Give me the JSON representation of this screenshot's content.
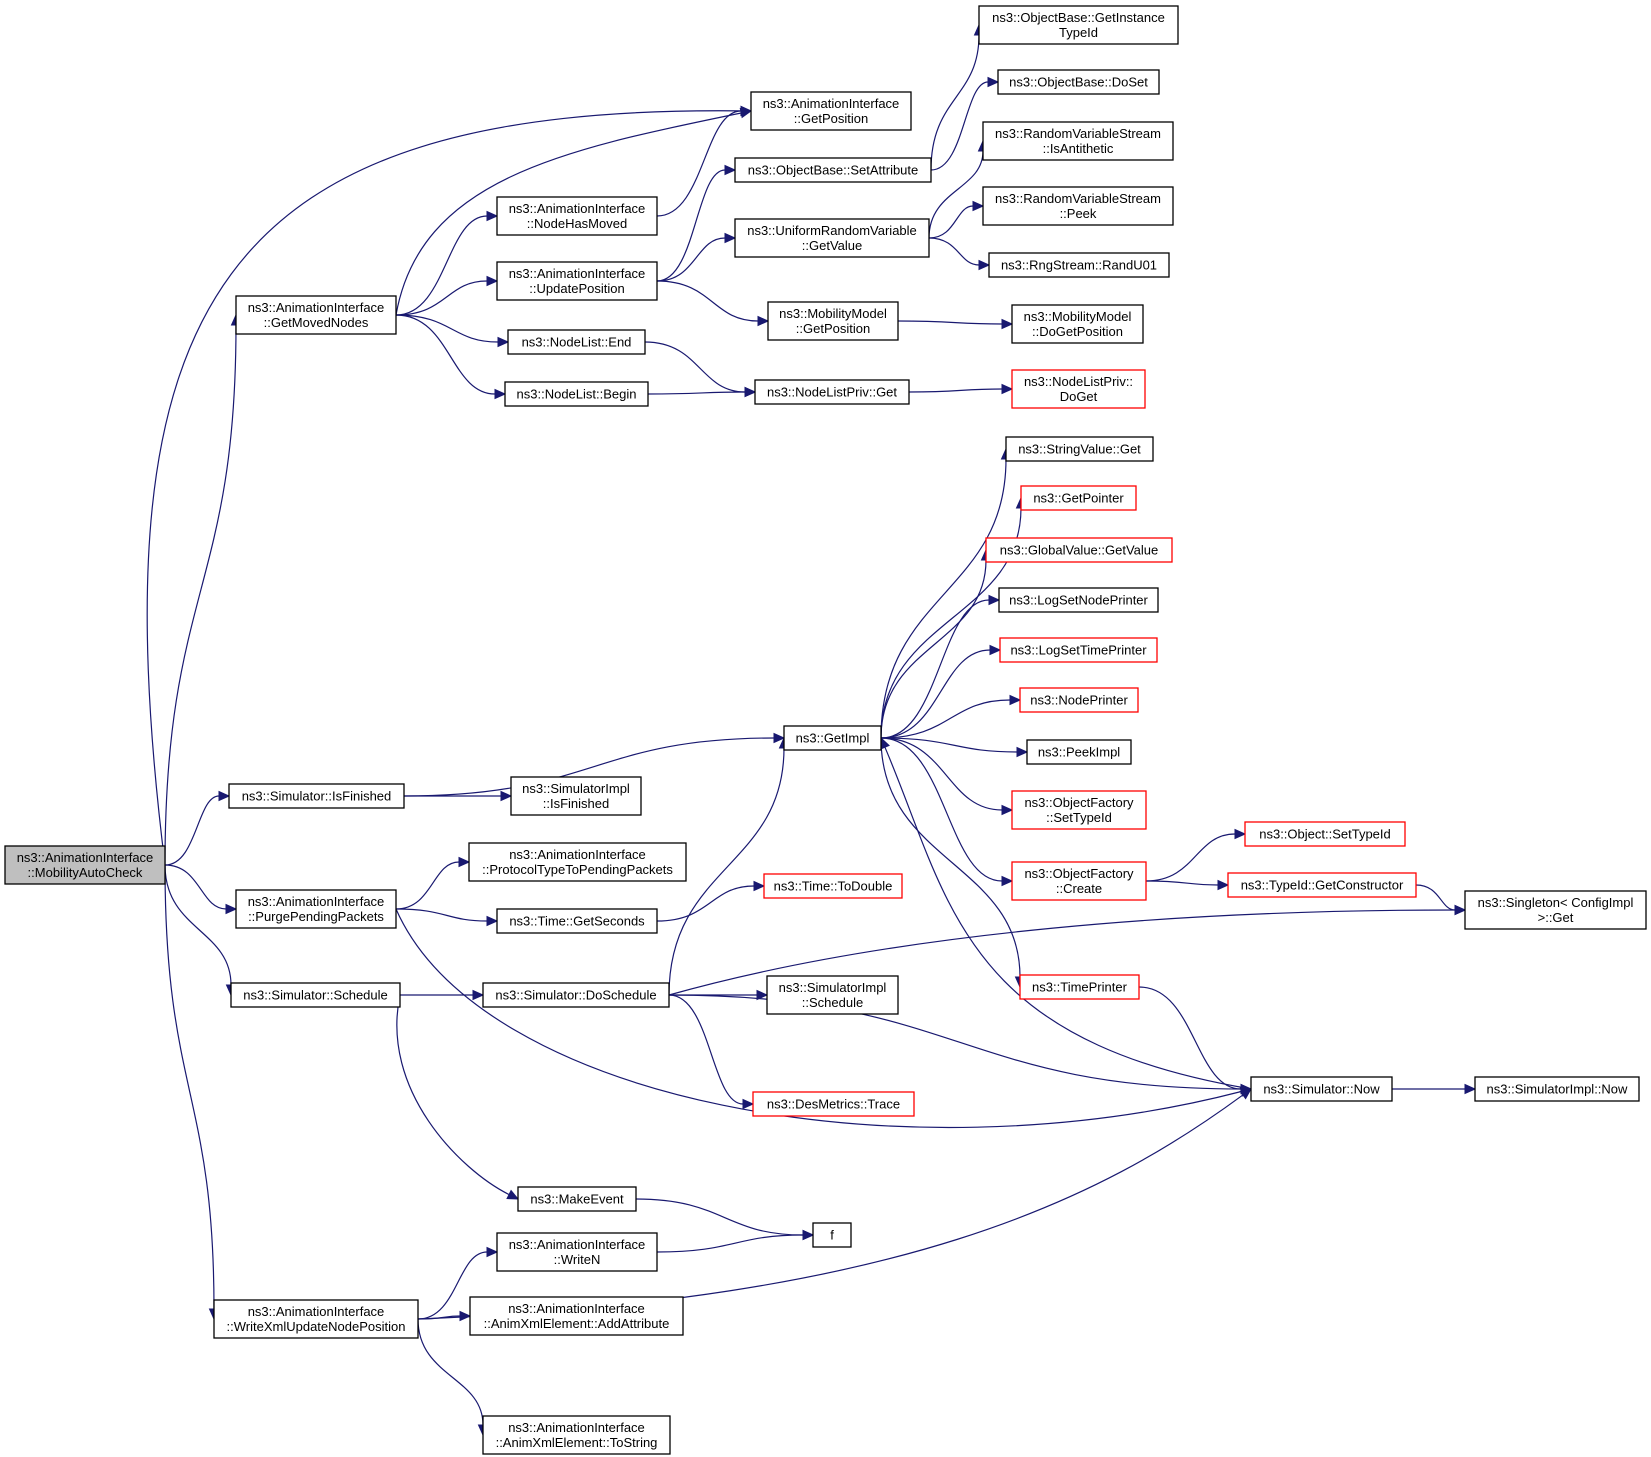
{
  "colors": {
    "edge": "#191970",
    "node_border": "#000000",
    "node_border_incomplete": "#ff0000",
    "root_fill": "#bfbfbf",
    "node_fill": "#ffffff",
    "background": "#ffffff"
  },
  "nodes": [
    {
      "id": "root",
      "label": [
        "ns3::AnimationInterface",
        "::MobilityAutoCheck"
      ],
      "style": "root"
    },
    {
      "id": "getMovedNodes",
      "label": [
        "ns3::AnimationInterface",
        "::GetMovedNodes"
      ],
      "style": "normal"
    },
    {
      "id": "aiGetPosition",
      "label": [
        "ns3::AnimationInterface",
        "::GetPosition"
      ],
      "style": "normal"
    },
    {
      "id": "nodeHasMoved",
      "label": [
        "ns3::AnimationInterface",
        "::NodeHasMoved"
      ],
      "style": "normal"
    },
    {
      "id": "updatePosition",
      "label": [
        "ns3::AnimationInterface",
        "::UpdatePosition"
      ],
      "style": "normal"
    },
    {
      "id": "nodeListEnd",
      "label": [
        "ns3::NodeList::End"
      ],
      "style": "normal"
    },
    {
      "id": "nodeListBegin",
      "label": [
        "ns3::NodeList::Begin"
      ],
      "style": "normal"
    },
    {
      "id": "objSetAttribute",
      "label": [
        "ns3::ObjectBase::SetAttribute"
      ],
      "style": "normal"
    },
    {
      "id": "uniformGetValue",
      "label": [
        "ns3::UniformRandomVariable",
        "::GetValue"
      ],
      "style": "normal"
    },
    {
      "id": "mobilityGetPosition",
      "label": [
        "ns3::MobilityModel",
        "::GetPosition"
      ],
      "style": "normal"
    },
    {
      "id": "nodeListPrivGet",
      "label": [
        "ns3::NodeListPriv::Get"
      ],
      "style": "normal"
    },
    {
      "id": "getInstanceTypeId",
      "label": [
        "ns3::ObjectBase::GetInstance",
        "TypeId"
      ],
      "style": "normal"
    },
    {
      "id": "doSet",
      "label": [
        "ns3::ObjectBase::DoSet"
      ],
      "style": "normal"
    },
    {
      "id": "isAntithetic",
      "label": [
        "ns3::RandomVariableStream",
        "::IsAntithetic"
      ],
      "style": "normal"
    },
    {
      "id": "peek",
      "label": [
        "ns3::RandomVariableStream",
        "::Peek"
      ],
      "style": "normal"
    },
    {
      "id": "randU01",
      "label": [
        "ns3::RngStream::RandU01"
      ],
      "style": "normal"
    },
    {
      "id": "doGetPosition",
      "label": [
        "ns3::MobilityModel",
        "::DoGetPosition"
      ],
      "style": "normal"
    },
    {
      "id": "nodeListPrivDoGet",
      "label": [
        "ns3::NodeListPriv::",
        "DoGet"
      ],
      "style": "incomplete"
    },
    {
      "id": "isFinished",
      "label": [
        "ns3::Simulator::IsFinished"
      ],
      "style": "normal"
    },
    {
      "id": "implIsFinished",
      "label": [
        "ns3::SimulatorImpl",
        "::IsFinished"
      ],
      "style": "normal"
    },
    {
      "id": "getImpl",
      "label": [
        "ns3::GetImpl"
      ],
      "style": "normal"
    },
    {
      "id": "stringValueGet",
      "label": [
        "ns3::StringValue::Get"
      ],
      "style": "normal"
    },
    {
      "id": "getPointer",
      "label": [
        "ns3::GetPointer"
      ],
      "style": "incomplete"
    },
    {
      "id": "globalGetValue",
      "label": [
        "ns3::GlobalValue::GetValue"
      ],
      "style": "incomplete"
    },
    {
      "id": "logSetNodePrinter",
      "label": [
        "ns3::LogSetNodePrinter"
      ],
      "style": "normal"
    },
    {
      "id": "logSetTimePrinter",
      "label": [
        "ns3::LogSetTimePrinter"
      ],
      "style": "incomplete"
    },
    {
      "id": "nodePrinter",
      "label": [
        "ns3::NodePrinter"
      ],
      "style": "incomplete"
    },
    {
      "id": "peekImpl",
      "label": [
        "ns3::PeekImpl"
      ],
      "style": "normal"
    },
    {
      "id": "factorySetTypeId",
      "label": [
        "ns3::ObjectFactory",
        "::SetTypeId"
      ],
      "style": "incomplete"
    },
    {
      "id": "factoryCreate",
      "label": [
        "ns3::ObjectFactory",
        "::Create"
      ],
      "style": "incomplete"
    },
    {
      "id": "objectSetTypeId",
      "label": [
        "ns3::Object::SetTypeId"
      ],
      "style": "incomplete"
    },
    {
      "id": "getConstructor",
      "label": [
        "ns3::TypeId::GetConstructor"
      ],
      "style": "incomplete"
    },
    {
      "id": "singletonGet",
      "label": [
        "ns3::Singleton< ConfigImpl",
        " >::Get"
      ],
      "style": "normal"
    },
    {
      "id": "purgePendingPackets",
      "label": [
        "ns3::AnimationInterface",
        "::PurgePendingPackets"
      ],
      "style": "normal"
    },
    {
      "id": "protocolTypeToPending",
      "label": [
        "ns3::AnimationInterface",
        "::ProtocolTypeToPendingPackets"
      ],
      "style": "normal"
    },
    {
      "id": "timeGetSeconds",
      "label": [
        "ns3::Time::GetSeconds"
      ],
      "style": "normal"
    },
    {
      "id": "timeToDouble",
      "label": [
        "ns3::Time::ToDouble"
      ],
      "style": "incomplete"
    },
    {
      "id": "simSchedule",
      "label": [
        "ns3::Simulator::Schedule"
      ],
      "style": "normal"
    },
    {
      "id": "simDoSchedule",
      "label": [
        "ns3::Simulator::DoSchedule"
      ],
      "style": "normal"
    },
    {
      "id": "implSchedule",
      "label": [
        "ns3::SimulatorImpl",
        "::Schedule"
      ],
      "style": "normal"
    },
    {
      "id": "timePrinter",
      "label": [
        "ns3::TimePrinter"
      ],
      "style": "incomplete"
    },
    {
      "id": "desMetricsTrace",
      "label": [
        "ns3::DesMetrics::Trace"
      ],
      "style": "incomplete"
    },
    {
      "id": "simNow",
      "label": [
        "ns3::Simulator::Now"
      ],
      "style": "normal"
    },
    {
      "id": "implNow",
      "label": [
        "ns3::SimulatorImpl::Now"
      ],
      "style": "normal"
    },
    {
      "id": "makeEvent",
      "label": [
        "ns3::MakeEvent"
      ],
      "style": "normal"
    },
    {
      "id": "f",
      "label": [
        "f"
      ],
      "style": "normal"
    },
    {
      "id": "writeN",
      "label": [
        "ns3::AnimationInterface",
        "::WriteN"
      ],
      "style": "normal"
    },
    {
      "id": "writeXmlUpdateNodePosition",
      "label": [
        "ns3::AnimationInterface",
        "::WriteXmlUpdateNodePosition"
      ],
      "style": "normal"
    },
    {
      "id": "addAttribute",
      "label": [
        "ns3::AnimationInterface",
        "::AnimXmlElement::AddAttribute"
      ],
      "style": "normal"
    },
    {
      "id": "toString",
      "label": [
        "ns3::AnimationInterface",
        "::AnimXmlElement::ToString"
      ],
      "style": "normal"
    }
  ],
  "edges": [
    [
      "root",
      "aiGetPosition"
    ],
    [
      "root",
      "getMovedNodes"
    ],
    [
      "root",
      "isFinished"
    ],
    [
      "root",
      "purgePendingPackets"
    ],
    [
      "root",
      "simSchedule"
    ],
    [
      "root",
      "writeXmlUpdateNodePosition"
    ],
    [
      "getMovedNodes",
      "aiGetPosition"
    ],
    [
      "getMovedNodes",
      "nodeHasMoved"
    ],
    [
      "getMovedNodes",
      "updatePosition"
    ],
    [
      "getMovedNodes",
      "nodeListEnd"
    ],
    [
      "getMovedNodes",
      "nodeListBegin"
    ],
    [
      "nodeHasMoved",
      "aiGetPosition"
    ],
    [
      "updatePosition",
      "objSetAttribute"
    ],
    [
      "updatePosition",
      "uniformGetValue"
    ],
    [
      "updatePosition",
      "mobilityGetPosition"
    ],
    [
      "nodeListEnd",
      "nodeListPrivGet"
    ],
    [
      "nodeListBegin",
      "nodeListPrivGet"
    ],
    [
      "objSetAttribute",
      "getInstanceTypeId"
    ],
    [
      "objSetAttribute",
      "doSet"
    ],
    [
      "uniformGetValue",
      "isAntithetic"
    ],
    [
      "uniformGetValue",
      "peek"
    ],
    [
      "uniformGetValue",
      "randU01"
    ],
    [
      "mobilityGetPosition",
      "doGetPosition"
    ],
    [
      "nodeListPrivGet",
      "nodeListPrivDoGet"
    ],
    [
      "isFinished",
      "getImpl"
    ],
    [
      "isFinished",
      "implIsFinished"
    ],
    [
      "getImpl",
      "stringValueGet"
    ],
    [
      "getImpl",
      "getPointer"
    ],
    [
      "getImpl",
      "globalGetValue"
    ],
    [
      "getImpl",
      "logSetNodePrinter"
    ],
    [
      "getImpl",
      "logSetTimePrinter"
    ],
    [
      "getImpl",
      "nodePrinter"
    ],
    [
      "getImpl",
      "peekImpl"
    ],
    [
      "getImpl",
      "factorySetTypeId"
    ],
    [
      "getImpl",
      "factoryCreate"
    ],
    [
      "getImpl",
      "timePrinter"
    ],
    [
      "factoryCreate",
      "objectSetTypeId"
    ],
    [
      "factoryCreate",
      "getConstructor"
    ],
    [
      "getConstructor",
      "singletonGet"
    ],
    [
      "purgePendingPackets",
      "protocolTypeToPending"
    ],
    [
      "purgePendingPackets",
      "timeGetSeconds"
    ],
    [
      "purgePendingPackets",
      "simNow"
    ],
    [
      "timeGetSeconds",
      "timeToDouble"
    ],
    [
      "simSchedule",
      "simDoSchedule"
    ],
    [
      "simSchedule",
      "makeEvent"
    ],
    [
      "simDoSchedule",
      "getImpl"
    ],
    [
      "simDoSchedule",
      "singletonGet"
    ],
    [
      "simDoSchedule",
      "implSchedule"
    ],
    [
      "simDoSchedule",
      "simNow"
    ],
    [
      "simDoSchedule",
      "desMetricsTrace"
    ],
    [
      "simNow",
      "getImpl"
    ],
    [
      "simNow",
      "implNow"
    ],
    [
      "timePrinter",
      "simNow"
    ],
    [
      "makeEvent",
      "f"
    ],
    [
      "writeN",
      "f"
    ],
    [
      "writeXmlUpdateNodePosition",
      "writeN"
    ],
    [
      "writeXmlUpdateNodePosition",
      "addAttribute"
    ],
    [
      "writeXmlUpdateNodePosition",
      "toString"
    ],
    [
      "writeXmlUpdateNodePosition",
      "simNow"
    ]
  ]
}
